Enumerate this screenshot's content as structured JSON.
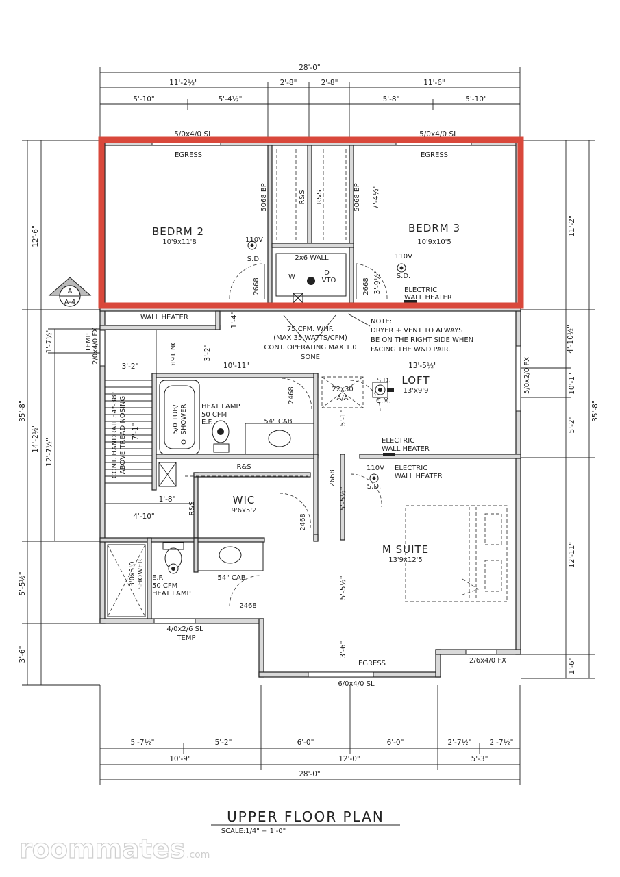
{
  "colors": {
    "highlight": "#d9483b",
    "line": "#222222",
    "wall_fill": "#d9d9d9"
  },
  "title": "UPPER FLOOR PLAN",
  "scale": "SCALE:1/4\" = 1'-0\"",
  "watermark": {
    "brand": "roommates",
    "suffix": ".com"
  },
  "dims_top": {
    "overall": "28'-0\"",
    "a": "11'-2½\"",
    "b": "2'-8\"",
    "c": "2'-8\"",
    "d": "11'-6\"",
    "e": "5'-10\"",
    "f": "5'-4½\"",
    "g": "5'-8\"",
    "h": "5'-10\""
  },
  "dims_bottom": {
    "a": "5'-7½\"",
    "b": "5'-2\"",
    "c": "6'-0\"",
    "d": "6'-0\"",
    "e": "2'-7½\"",
    "f": "2'-7½\"",
    "g": "10'-9\"",
    "h": "12'-0\"",
    "i": "5'-3\"",
    "overall": "28'-0\""
  },
  "dims_left": {
    "a": "12'-6\"",
    "b": "35'-8\"",
    "c": "1'-7½\"",
    "d": "14'-2½\"",
    "e": "12'-7½\"",
    "f": "5'-5½\"",
    "g": "3'-6\""
  },
  "dims_right": {
    "a": "11'-2\"",
    "b": "4'-10½\"",
    "c": "10'-1\"",
    "d": "35'-8\"",
    "e": "5'-2\"",
    "f": "12'-11\"",
    "g": "1'-6\""
  },
  "windows": {
    "top_left": "5/0x4/0 SL",
    "top_right": "5/0x4/0 SL",
    "left_temp": "TEMP",
    "left_win": "2/0x4/0 FX",
    "right_win": "5/0x2/0 FX",
    "bottom_bath": "4/0x2/6 SL",
    "bottom_temp": "TEMP",
    "bottom_suite": "6/0x4/0 SL",
    "bottom_right": "2/6x4/0 FX"
  },
  "rooms": {
    "bedrm2": {
      "name": "BEDRM 2",
      "size": "10'9x11'8"
    },
    "bedrm3": {
      "name": "BEDRM 3",
      "size": "10'9x10'5"
    },
    "loft": {
      "name": "LOFT",
      "size": "13'x9'9"
    },
    "wic": {
      "name": "WIC",
      "size": "9'6x5'2"
    },
    "msuite": {
      "name": "M SUITE",
      "size": "13'9x12'5"
    }
  },
  "labels": {
    "egress1": "EGRESS",
    "egress2": "EGRESS",
    "egress3": "EGRESS",
    "bp1": "5068 BP",
    "bp2": "5068 BP",
    "rs1": "R&S",
    "rs2": "R&S",
    "rs3": "R&S",
    "rs4": "R&S",
    "v110_1": "110V",
    "sd1": "S.D.",
    "v110_2": "110V",
    "sd2": "S.D.",
    "v110_3": "110V",
    "sd3": "S.D.",
    "wall2x6": "2x6 WALL",
    "w": "W",
    "d": "D",
    "vto": "VTO",
    "door2668a": "2668",
    "door2668b": "2668",
    "door2668c": "2668",
    "door2468a": "2468",
    "door2468b": "2468",
    "door2468c": "2468",
    "elec1a": "ELECTRIC",
    "elec1b": "WALL HEATER",
    "elec2a": "ELECTRIC",
    "elec2b": "WALL HEATER",
    "elec3a": "ELECTRIC",
    "elec3b": "WALL HEATER",
    "wallheater": "WALL HEATER",
    "fan1": "75 CFM. WHF.",
    "fan2": "(MAX 35 WATTS/CFM)",
    "fan3": "CONT. OPERATING MAX 1.0",
    "fan4": "SONE",
    "note1": "NOTE:",
    "note2": "DRYER + VENT TO ALWAYS",
    "note3": "BE ON THE RIGHT SIDE WHEN",
    "note4": "FACING THE W&D PAIR.",
    "dn16r": "DN 16R",
    "d32a": "3'-2\"",
    "d32b": "3'-2\"",
    "d1011": "10'-11\"",
    "d1351": "13'-5½\"",
    "d14": "1'-4\"",
    "d741": "7'-4½\"",
    "d391": "3'-9½\"",
    "d71": "7'-1\"",
    "d18": "1'-8\"",
    "d410": "4'-10\"",
    "d517": "5'-1\"",
    "d5512": "5'-5½\"",
    "d5513": "5'-5½\"",
    "d36": "3'-6\"",
    "handrail": "CONT. HANDRAIL 34\"-38\"",
    "handrail2": "ABOVE TREAD NOSING",
    "heat1": "HEAT LAMP",
    "heat2": "50 CFM",
    "heat3": "E.F.",
    "ef1": "E.F.",
    "ef2": "50 CFM",
    "ef3": "HEAT LAMP",
    "tub1": "5/0 TUB/",
    "tub2": "SHOWER",
    "shower1": "3'0x5'0",
    "shower2": "SHOWER",
    "cab1": "54\" CAB",
    "cab2": "54\" CAB",
    "aa1": "22x30",
    "aa2": "A/A",
    "sd_cm1": "S.D.",
    "sd_cm2": "C.M.",
    "sec_a": "A",
    "sec_b": "A-4"
  }
}
